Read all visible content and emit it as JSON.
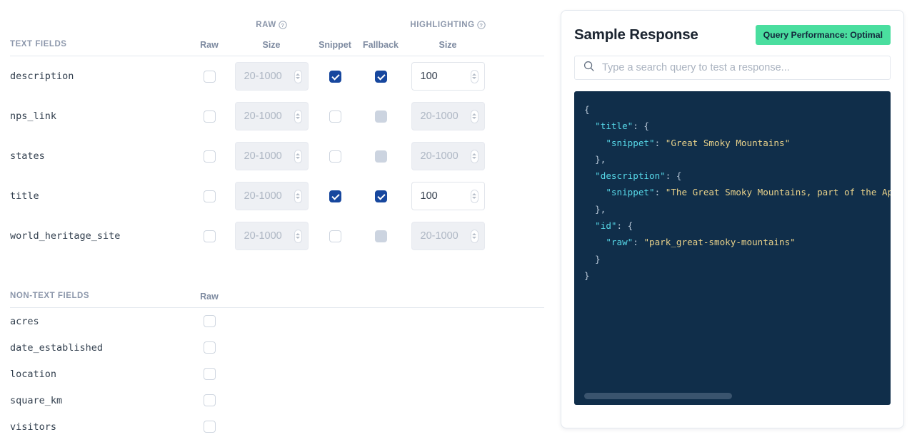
{
  "left_panel": {
    "group_headers": [
      {
        "label": "RAW",
        "help_icon": "question-circle-icon"
      },
      {
        "label": "HIGHLIGHTING",
        "help_icon": "question-circle-icon"
      }
    ],
    "text_fields_section": {
      "section_label": "TEXT FIELDS",
      "columns": [
        "Raw",
        "Size",
        "Snippet",
        "Fallback",
        "Size"
      ],
      "size_placeholder": "20-1000",
      "rows": [
        {
          "name": "description",
          "raw": false,
          "raw_size": "",
          "raw_size_enabled": false,
          "snippet": true,
          "fallback": true,
          "fallback_disabled": false,
          "hl_size": "100",
          "hl_size_enabled": true
        },
        {
          "name": "nps_link",
          "raw": false,
          "raw_size": "",
          "raw_size_enabled": false,
          "snippet": false,
          "fallback": false,
          "fallback_disabled": true,
          "hl_size": "",
          "hl_size_enabled": false
        },
        {
          "name": "states",
          "raw": false,
          "raw_size": "",
          "raw_size_enabled": false,
          "snippet": false,
          "fallback": false,
          "fallback_disabled": true,
          "hl_size": "",
          "hl_size_enabled": false
        },
        {
          "name": "title",
          "raw": false,
          "raw_size": "",
          "raw_size_enabled": false,
          "snippet": true,
          "fallback": true,
          "fallback_disabled": false,
          "hl_size": "100",
          "hl_size_enabled": true
        },
        {
          "name": "world_heritage_site",
          "raw": false,
          "raw_size": "",
          "raw_size_enabled": false,
          "snippet": false,
          "fallback": false,
          "fallback_disabled": true,
          "hl_size": "",
          "hl_size_enabled": false
        }
      ]
    },
    "non_text_fields_section": {
      "section_label": "NON-TEXT FIELDS",
      "columns": [
        "Raw"
      ],
      "rows": [
        {
          "name": "acres",
          "raw": false
        },
        {
          "name": "date_established",
          "raw": false
        },
        {
          "name": "location",
          "raw": false
        },
        {
          "name": "square_km",
          "raw": false
        },
        {
          "name": "visitors",
          "raw": false
        }
      ]
    }
  },
  "right_panel": {
    "title": "Sample Response",
    "badge": {
      "label": "Query Performance: Optimal",
      "color": "#4ade9f"
    },
    "search": {
      "value": "",
      "placeholder": "Type a search query to test a response...",
      "icon": "search-icon"
    },
    "code_block": {
      "background": "#102e4a",
      "key_color": "#57d8e8",
      "string_color": "#e8d18a",
      "punctuation_color": "#b7c6d6",
      "lines": [
        {
          "indent": 0,
          "parts": [
            {
              "t": "{",
              "c": "p"
            }
          ]
        },
        {
          "indent": 1,
          "parts": [
            {
              "t": "\"title\"",
              "c": "k"
            },
            {
              "t": ": {",
              "c": "p"
            }
          ]
        },
        {
          "indent": 2,
          "parts": [
            {
              "t": "\"snippet\"",
              "c": "k"
            },
            {
              "t": ": ",
              "c": "p"
            },
            {
              "t": "\"Great Smoky Mountains\"",
              "c": "s"
            }
          ]
        },
        {
          "indent": 1,
          "parts": [
            {
              "t": "},",
              "c": "p"
            }
          ]
        },
        {
          "indent": 1,
          "parts": [
            {
              "t": "\"description\"",
              "c": "k"
            },
            {
              "t": ": {",
              "c": "p"
            }
          ]
        },
        {
          "indent": 2,
          "parts": [
            {
              "t": "\"snippet\"",
              "c": "k"
            },
            {
              "t": ": ",
              "c": "p"
            },
            {
              "t": "\"The Great Smoky Mountains, part of the Appa",
              "c": "s"
            }
          ]
        },
        {
          "indent": 1,
          "parts": [
            {
              "t": "},",
              "c": "p"
            }
          ]
        },
        {
          "indent": 1,
          "parts": [
            {
              "t": "\"id\"",
              "c": "k"
            },
            {
              "t": ": {",
              "c": "p"
            }
          ]
        },
        {
          "indent": 2,
          "parts": [
            {
              "t": "\"raw\"",
              "c": "k"
            },
            {
              "t": ": ",
              "c": "p"
            },
            {
              "t": "\"park_great-smoky-mountains\"",
              "c": "s"
            }
          ]
        },
        {
          "indent": 1,
          "parts": [
            {
              "t": "}",
              "c": "p"
            }
          ]
        },
        {
          "indent": 0,
          "parts": [
            {
              "t": "}",
              "c": "p"
            }
          ]
        }
      ],
      "scrollbar": {
        "thumb_fraction": 0.44
      }
    }
  }
}
